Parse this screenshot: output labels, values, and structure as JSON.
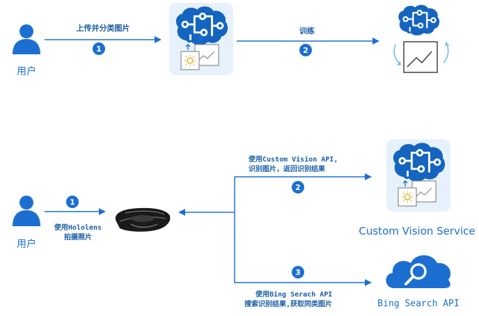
{
  "top": {
    "user_label": "用户",
    "step1": {
      "number": "1",
      "label": "上传并分类图片"
    },
    "step2": {
      "number": "2",
      "label": "训练"
    }
  },
  "bottom": {
    "user_label": "用户",
    "step1": {
      "number": "1",
      "label_line1": "使用Hololens",
      "label_line2": "拍摄照片"
    },
    "step2": {
      "number": "2",
      "label_line1": "使用Custom Vision API,",
      "label_line2": "识别图片，返回识别结果"
    },
    "step3": {
      "number": "3",
      "label_line1": "使用Bing Serach API",
      "label_line2": "搜索识别结果,获取同类图片"
    },
    "custom_vision_label": "Custom Vision Service",
    "bing_label": "Bing Search API"
  },
  "colors": {
    "blue": "#1c6fd1",
    "dark_blue": "#1a5ea8",
    "light_blue": "#5ab4ec",
    "gray": "#8a8a8a"
  },
  "icons": [
    "user-icon",
    "brain-circuit-icon",
    "image-upload-icon",
    "training-image-icon",
    "hololens-headset-icon",
    "cloud-search-icon"
  ]
}
